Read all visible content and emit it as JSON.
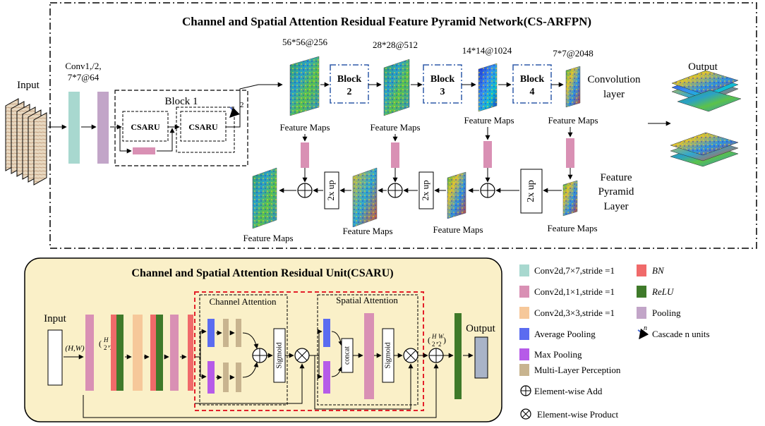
{
  "colors": {
    "teal": "#a8d8cf",
    "mauve": "#c2a5c8",
    "pink": "#d990b4",
    "red": "#f06a6a",
    "green": "#3f7a2a",
    "orange": "#f6c89a",
    "blue": "#5b6cf0",
    "purple": "#b65be8",
    "tan": "#c8b48f",
    "gray": "#a9b4c8",
    "panel": "#faf0c8",
    "dash_red": "#e3202a",
    "block_blue": "#2e5aa8"
  },
  "top": {
    "title": "Channel and Spatial Attention Residual Feature Pyramid Network(CS-ARFPN)",
    "input": "Input",
    "conv1_a": "Conv1,/2,",
    "conv1_b": "7*7@64",
    "block1": "Block 1",
    "csaru": "CSARU",
    "cascade_n": "2",
    "dim1": "56*56@256",
    "dim2": "28*28@512",
    "dim3": "14*14@1024",
    "dim4": "7*7@2048",
    "block_word": "Block",
    "b2": "2",
    "b3": "3",
    "b4": "4",
    "feature_maps": "Feature Maps",
    "conv_layer_a": "Convolution",
    "conv_layer_b": "layer",
    "fpn_a": "Feature",
    "fpn_b": "Pyramid",
    "fpn_c": "Layer",
    "up": "2x up",
    "output": "Output"
  },
  "csaru": {
    "title": "Channel and Spatial Attention Residual Unit(CSARU)",
    "input": "Input",
    "hw": "(H,W)",
    "hw2_h": "H",
    "hw2_w": "W",
    "two": "2",
    "channel_attention": "Channel Attention",
    "spatial_attention": "Spatial Attention",
    "sigmoid": "Sigmoid",
    "concat": "concat",
    "output": "Output"
  },
  "legend": [
    {
      "icon": "teal",
      "label": "Conv2d,7×7,stride =1"
    },
    {
      "icon": "pink",
      "label": "Conv2d,1×1,stride =1"
    },
    {
      "icon": "orange",
      "label": "Conv2d,3×3,stride =1"
    },
    {
      "icon": "blue",
      "label": "Average Pooling"
    },
    {
      "icon": "purple",
      "label": "Max Pooling"
    },
    {
      "icon": "tan",
      "label": "Multi-Layer Perception"
    },
    {
      "icon": "add",
      "label": "Element-wise Add"
    },
    {
      "icon": "product",
      "label": "Element-wise Product"
    },
    {
      "icon": "red",
      "label": "BN"
    },
    {
      "icon": "green",
      "label": "ReLU"
    },
    {
      "icon": "mauve",
      "label": "Pooling"
    },
    {
      "icon": "cascade",
      "label": "Cascade n units"
    }
  ],
  "legend_n": "n"
}
